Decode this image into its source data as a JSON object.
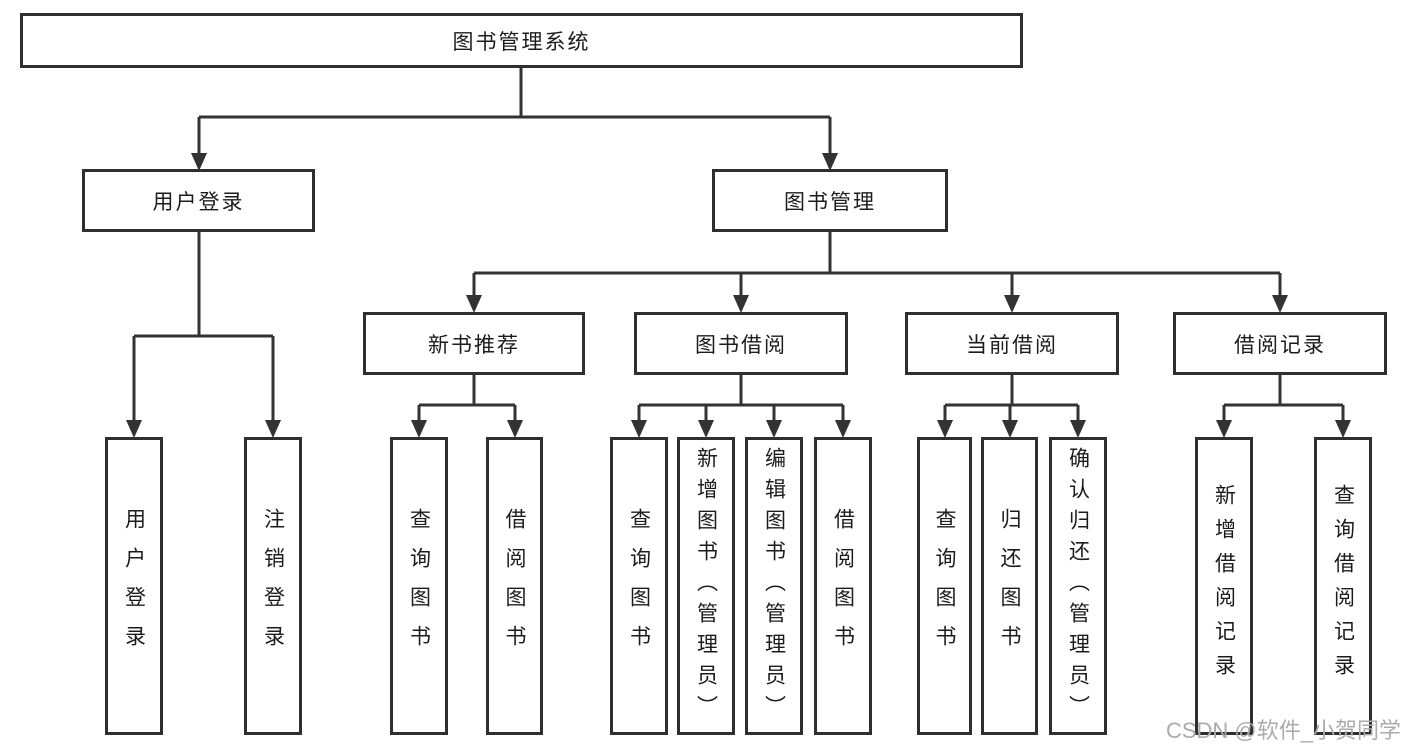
{
  "diagram": {
    "type": "hierarchy-flowchart",
    "root": {
      "id": "library-management-system",
      "label": "图书管理系统"
    },
    "level2": [
      {
        "id": "user-login",
        "label": "用户登录",
        "parent": "library-management-system"
      },
      {
        "id": "book-management",
        "label": "图书管理",
        "parent": "library-management-system"
      }
    ],
    "level3": [
      {
        "id": "new-book-recommend",
        "label": "新书推荐",
        "parent": "book-management"
      },
      {
        "id": "book-borrow",
        "label": "图书借阅",
        "parent": "book-management"
      },
      {
        "id": "current-borrow",
        "label": "当前借阅",
        "parent": "book-management"
      },
      {
        "id": "borrow-records",
        "label": "借阅记录",
        "parent": "book-management"
      }
    ],
    "leaves": [
      {
        "id": "leaf-user-login",
        "label": "用户登录",
        "parent": "user-login"
      },
      {
        "id": "leaf-logout",
        "label": "注销登录",
        "parent": "user-login"
      },
      {
        "id": "leaf-query-book-a",
        "label": "查询图书",
        "parent": "new-book-recommend"
      },
      {
        "id": "leaf-borrow-book-a",
        "label": "借阅图书",
        "parent": "new-book-recommend"
      },
      {
        "id": "leaf-query-book-b",
        "label": "查询图书",
        "parent": "book-borrow"
      },
      {
        "id": "leaf-add-book",
        "label": "新增图书（管理员）",
        "parent": "book-borrow"
      },
      {
        "id": "leaf-edit-book",
        "label": "编辑图书（管理员）",
        "parent": "book-borrow"
      },
      {
        "id": "leaf-borrow-book-b",
        "label": "借阅图书",
        "parent": "book-borrow"
      },
      {
        "id": "leaf-query-book-c",
        "label": "查询图书",
        "parent": "current-borrow"
      },
      {
        "id": "leaf-return-book",
        "label": "归还图书",
        "parent": "current-borrow"
      },
      {
        "id": "leaf-confirm-return",
        "label": "确认归还（管理员）",
        "parent": "current-borrow"
      },
      {
        "id": "leaf-add-borrow-record",
        "label": "新增借阅记录",
        "parent": "borrow-records"
      },
      {
        "id": "leaf-query-borrow-record",
        "label": "查询借阅记录",
        "parent": "borrow-records"
      }
    ]
  },
  "watermark": {
    "text": "CSDN @软件_小贺同学"
  },
  "colors": {
    "line": "#333333",
    "border": "#2f2f2f",
    "text": "#1c1c1c",
    "background": "#ffffff",
    "watermark": "#ababab"
  }
}
